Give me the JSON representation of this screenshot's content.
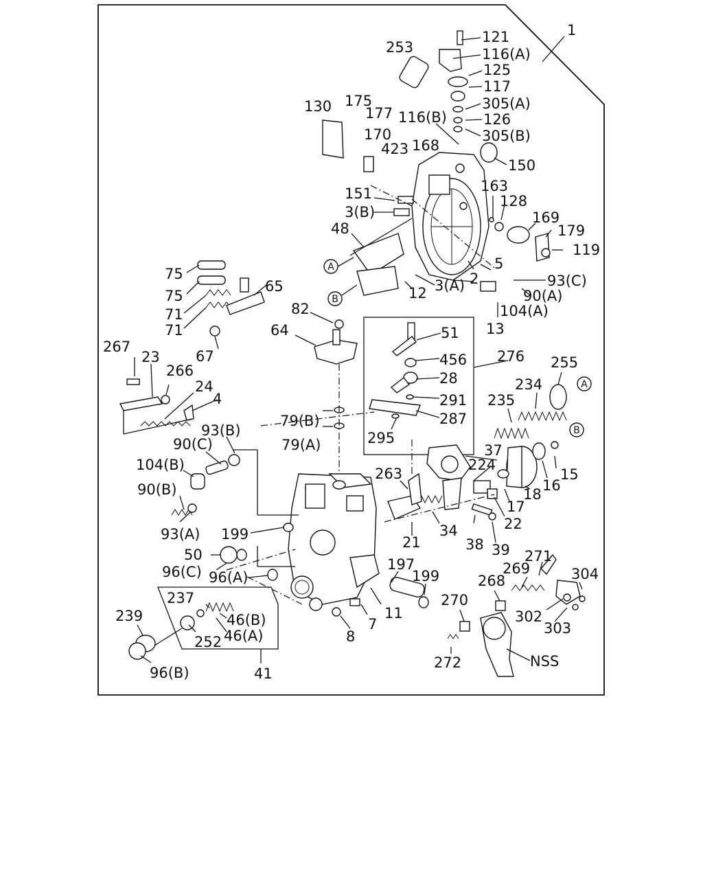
{
  "labels": [
    {
      "text": "1"
    },
    {
      "text": "121"
    },
    {
      "text": "253"
    },
    {
      "text": "116(A)"
    },
    {
      "text": "125"
    },
    {
      "text": "117"
    },
    {
      "text": "305(A)"
    },
    {
      "text": "126"
    },
    {
      "text": "305(B)"
    },
    {
      "text": "116(B)"
    },
    {
      "text": "130"
    },
    {
      "text": "175"
    },
    {
      "text": "177"
    },
    {
      "text": "170"
    },
    {
      "text": "423"
    },
    {
      "text": "168"
    },
    {
      "text": "150"
    },
    {
      "text": "163"
    },
    {
      "text": "128"
    },
    {
      "text": "169"
    },
    {
      "text": "179"
    },
    {
      "text": "119"
    },
    {
      "text": "151"
    },
    {
      "text": "3(B)"
    },
    {
      "text": "48"
    },
    {
      "text": "5"
    },
    {
      "text": "2"
    },
    {
      "text": "93(C)"
    },
    {
      "text": "12"
    },
    {
      "text": "3(A)"
    },
    {
      "text": "90(A)"
    },
    {
      "text": "104(A)"
    },
    {
      "text": "13"
    },
    {
      "text": "75"
    },
    {
      "text": "75"
    },
    {
      "text": "71"
    },
    {
      "text": "71"
    },
    {
      "text": "65"
    },
    {
      "text": "67"
    },
    {
      "text": "82"
    },
    {
      "text": "64"
    },
    {
      "text": "51"
    },
    {
      "text": "276"
    },
    {
      "text": "456"
    },
    {
      "text": "28"
    },
    {
      "text": "291"
    },
    {
      "text": "287"
    },
    {
      "text": "295"
    },
    {
      "text": "255"
    },
    {
      "text": "234"
    },
    {
      "text": "235"
    },
    {
      "text": "267"
    },
    {
      "text": "23"
    },
    {
      "text": "266"
    },
    {
      "text": "24"
    },
    {
      "text": "4"
    },
    {
      "text": "79(B)"
    },
    {
      "text": "79(A)"
    },
    {
      "text": "93(B)"
    },
    {
      "text": "90(C)"
    },
    {
      "text": "104(B)"
    },
    {
      "text": "90(B)"
    },
    {
      "text": "93(A)"
    },
    {
      "text": "37"
    },
    {
      "text": "224"
    },
    {
      "text": "15"
    },
    {
      "text": "16"
    },
    {
      "text": "18"
    },
    {
      "text": "17"
    },
    {
      "text": "22"
    },
    {
      "text": "263"
    },
    {
      "text": "34"
    },
    {
      "text": "38"
    },
    {
      "text": "39"
    },
    {
      "text": "21"
    },
    {
      "text": "199"
    },
    {
      "text": "50"
    },
    {
      "text": "96(C)"
    },
    {
      "text": "96(A)"
    },
    {
      "text": "197"
    },
    {
      "text": "199"
    },
    {
      "text": "11"
    },
    {
      "text": "7"
    },
    {
      "text": "8"
    },
    {
      "text": "271"
    },
    {
      "text": "269"
    },
    {
      "text": "304"
    },
    {
      "text": "268"
    },
    {
      "text": "302"
    },
    {
      "text": "303"
    },
    {
      "text": "270"
    },
    {
      "text": "272"
    },
    {
      "text": "NSS"
    },
    {
      "text": "237"
    },
    {
      "text": "46(B)"
    },
    {
      "text": "46(A)"
    },
    {
      "text": "252"
    },
    {
      "text": "239"
    },
    {
      "text": "96(B)"
    },
    {
      "text": "41"
    }
  ],
  "markers": [
    {
      "text": "A"
    },
    {
      "text": "B"
    },
    {
      "text": "A"
    },
    {
      "text": "B"
    }
  ]
}
